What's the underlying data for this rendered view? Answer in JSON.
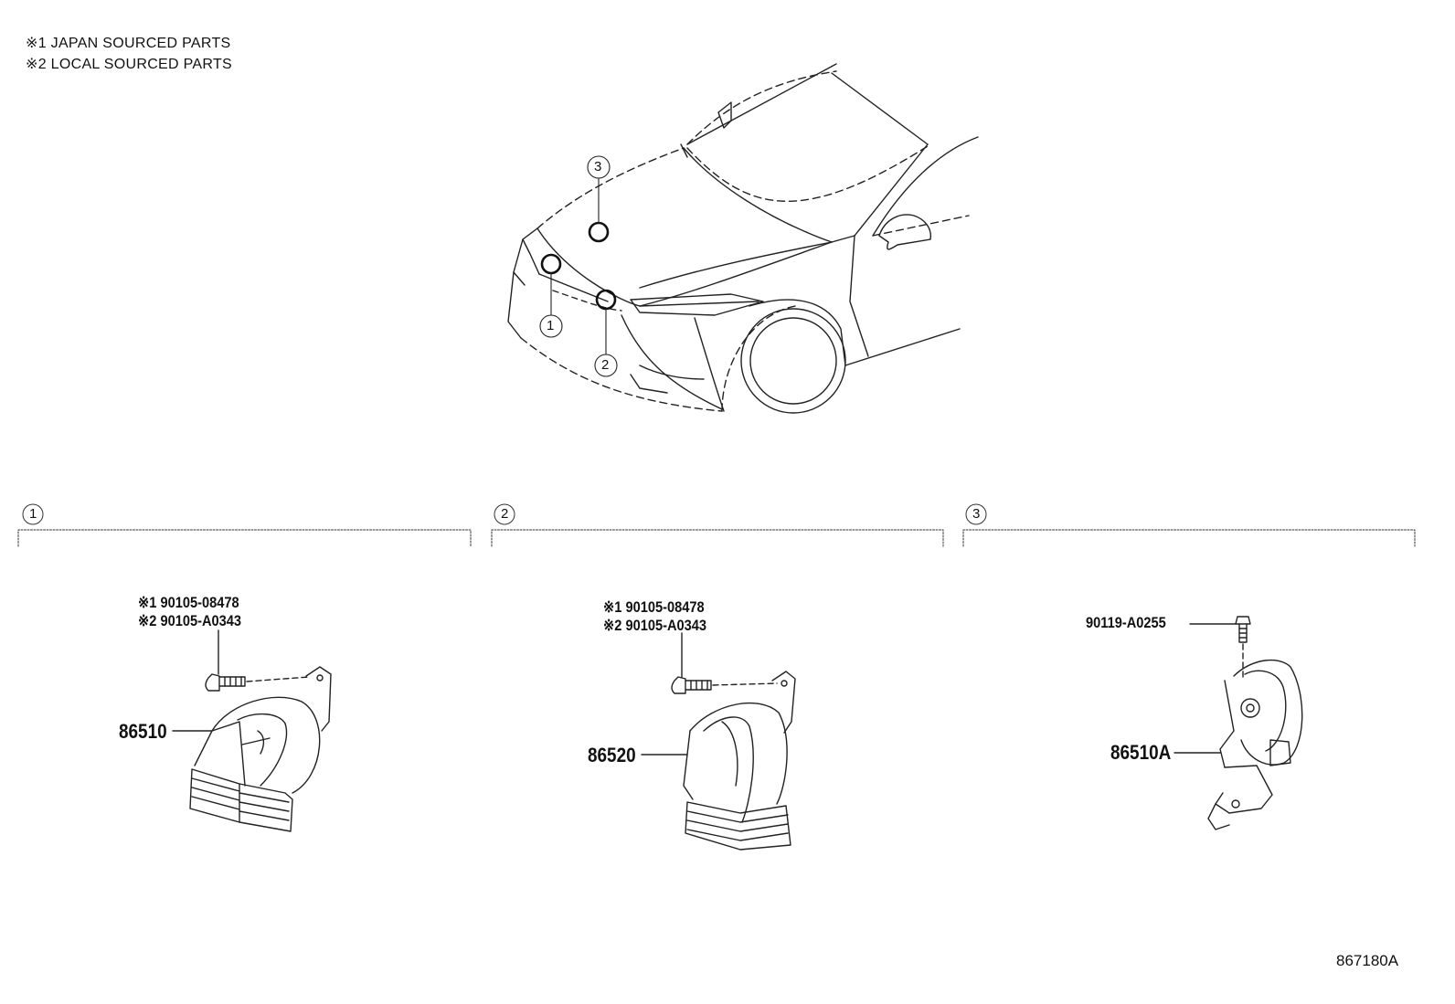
{
  "notes": {
    "japan": "※1 JAPAN SOURCED PARTS",
    "local": "※2 LOCAL SOURCED PARTS"
  },
  "callouts": [
    "1",
    "2",
    "3"
  ],
  "sections": [
    {
      "number": "1",
      "bolt_japan": "※1 90105-08478",
      "bolt_local": "※2 90105-A0343",
      "part": "86510"
    },
    {
      "number": "2",
      "bolt_japan": "※1 90105-08478",
      "bolt_local": "※2 90105-A0343",
      "part": "86520"
    },
    {
      "number": "3",
      "bolt": "90119-A0255",
      "part": "86510A"
    }
  ],
  "diagram_ref": "867180A"
}
